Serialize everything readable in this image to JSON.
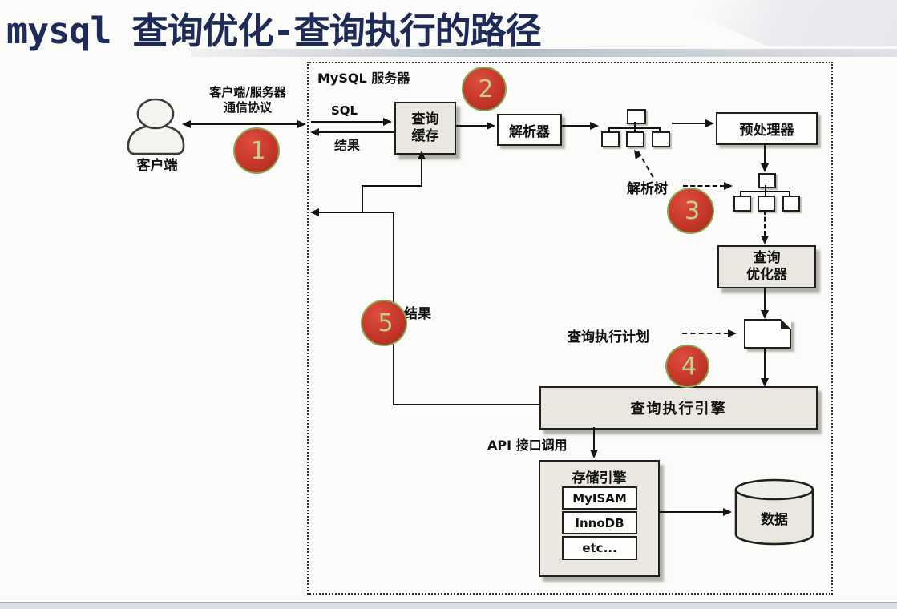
{
  "slide": {
    "title": "mysql 查询优化-查询执行的路径"
  },
  "server": {
    "label": "MySQL 服务器"
  },
  "client": {
    "label": "客户端",
    "protocol_line1": "客户端/服务器",
    "protocol_line2": "通信协议"
  },
  "labels": {
    "sql": "SQL",
    "result_top": "结果",
    "result_return": "结果",
    "parse_tree": "解析树",
    "query_plan": "查询执行计划",
    "api_call": "API 接口调用"
  },
  "nodes": {
    "query_cache": {
      "line1": "查询",
      "line2": "缓存"
    },
    "parser": "解析器",
    "preprocessor": "预处理器",
    "optimizer": {
      "line1": "查询",
      "line2": "优化器"
    },
    "execution_engine": "查询执行引擎",
    "storage_engine": {
      "title": "存储引擎",
      "engines": [
        "MyISAM",
        "InnoDB",
        "etc..."
      ]
    },
    "data_store": "数据"
  },
  "steps": [
    "1",
    "2",
    "3",
    "4",
    "5"
  ],
  "colors": {
    "title_text": "#1e2b58",
    "step_marker_fill": "#c5372a",
    "step_marker_border": "#86a653",
    "step_marker_text": "#bdd291",
    "line": "#141414"
  }
}
